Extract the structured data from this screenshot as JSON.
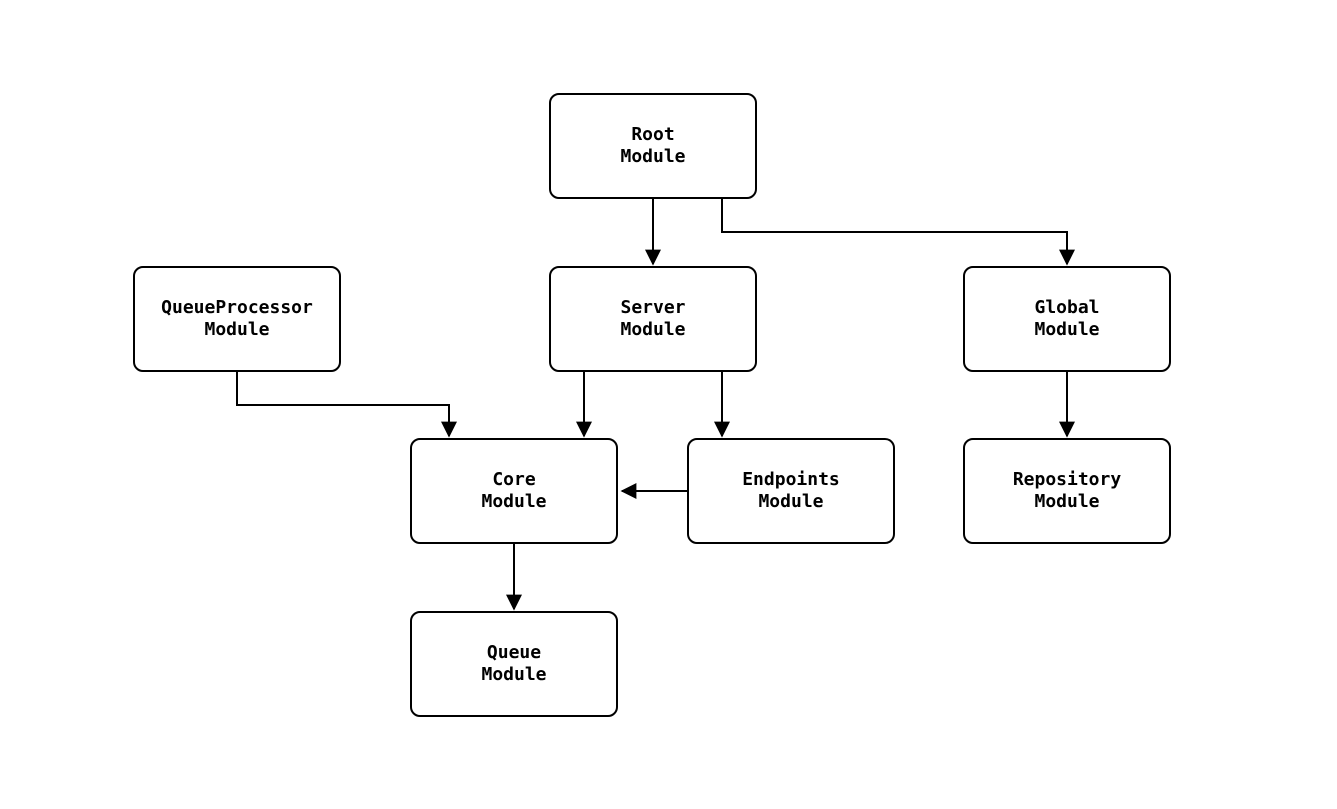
{
  "diagram": {
    "type": "flowchart",
    "colors": {
      "background": "#ffffff",
      "node_fill": "#ffffff",
      "node_border": "#000000",
      "arrow": "#000000",
      "text": "#000000"
    },
    "nodes": {
      "root": {
        "label": "Root\nModule"
      },
      "queueprocessor": {
        "label": "QueueProcessor\nModule"
      },
      "server": {
        "label": "Server\nModule"
      },
      "global": {
        "label": "Global\nModule"
      },
      "core": {
        "label": "Core\nModule"
      },
      "endpoints": {
        "label": "Endpoints\nModule"
      },
      "repository": {
        "label": "Repository\nModule"
      },
      "queue": {
        "label": "Queue\nModule"
      }
    },
    "edges": [
      {
        "from": "Root Module",
        "to": "Server Module"
      },
      {
        "from": "Root Module",
        "to": "Global Module"
      },
      {
        "from": "QueueProcessor Module",
        "to": "Core Module"
      },
      {
        "from": "Server Module",
        "to": "Core Module"
      },
      {
        "from": "Server Module",
        "to": "Endpoints Module"
      },
      {
        "from": "Endpoints Module",
        "to": "Core Module"
      },
      {
        "from": "Global Module",
        "to": "Repository Module"
      },
      {
        "from": "Core Module",
        "to": "Queue Module"
      }
    ]
  }
}
